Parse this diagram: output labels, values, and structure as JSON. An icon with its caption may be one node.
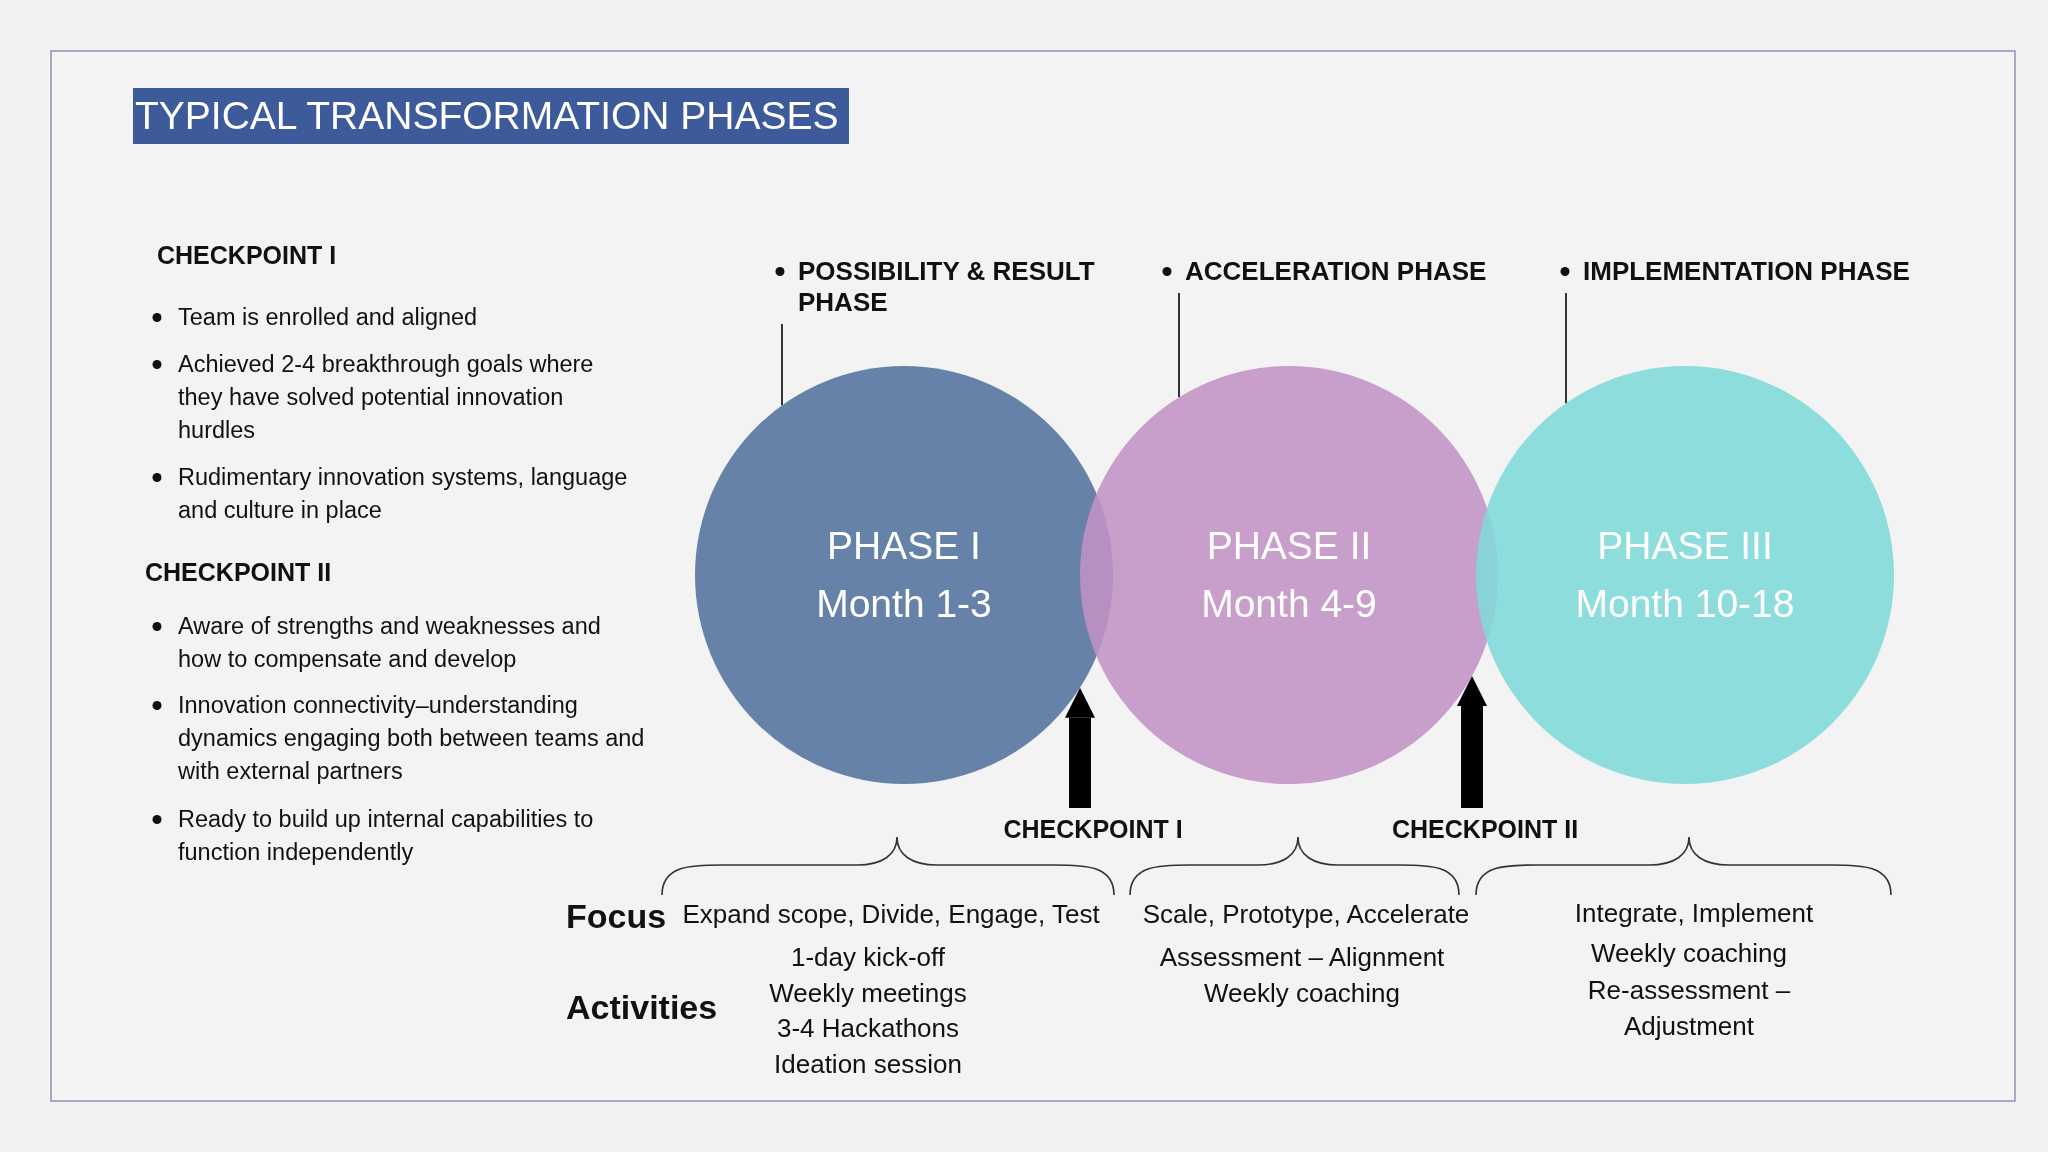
{
  "diagram": {
    "title": "TYPICAL TRANSFORMATION PHASES",
    "nodes": [
      {
        "text": [
          "POSSIBILITY & RESULT PHASE"
        ]
      },
      {
        "text": [
          "ACCELERATION PHASE"
        ]
      },
      {
        "text": [
          "IMPLEMENTATION PHASE"
        ]
      },
      {
        "text": [
          "PHASE I",
          "Month 1-3"
        ]
      },
      {
        "text": [
          "PHASE II",
          "Month 4-9"
        ]
      },
      {
        "text": [
          "PHASE III",
          "Month 10-18"
        ]
      },
      {
        "text": [
          "CHECKPOINT I"
        ]
      },
      {
        "text": [
          "CHECKPOINT II"
        ]
      }
    ],
    "edges": [
      {
        "from": 0,
        "to": 3,
        "arrow": "none"
      },
      {
        "from": 1,
        "to": 4,
        "arrow": "none"
      },
      {
        "from": 2,
        "to": 5,
        "arrow": "none"
      },
      {
        "from": 6,
        "to": 3,
        "arrow": "to",
        "style": "thick"
      },
      {
        "from": 7,
        "to": 4,
        "arrow": "to",
        "style": "thick"
      }
    ],
    "labels": [
      "CHECKPOINT I",
      "Team is enrolled and aligned",
      "Achieved 2-4 breakthrough goals where they have solved potential innovation hurdles",
      "Rudimentary innovation systems, language and culture in place",
      "CHECKPOINT II",
      "Aware of strengths and weaknesses and how to compensate and develop",
      "Innovation connectivity–understanding dynamics engaging both between teams and with external partners",
      "Ready to build up internal capabilities to function independently",
      "Focus",
      "Expand scope, Divide, Engage, Test",
      "Scale, Prototype, Accelerate",
      "Integrate, Implement",
      "Activities",
      "1-day kick-off",
      "Weekly meetings",
      "3-4 Hackathons",
      "Ideation session",
      "Assessment – Alignment",
      "Weekly coaching",
      "Weekly coaching",
      "Re-assessment – Adjustment"
    ]
  }
}
